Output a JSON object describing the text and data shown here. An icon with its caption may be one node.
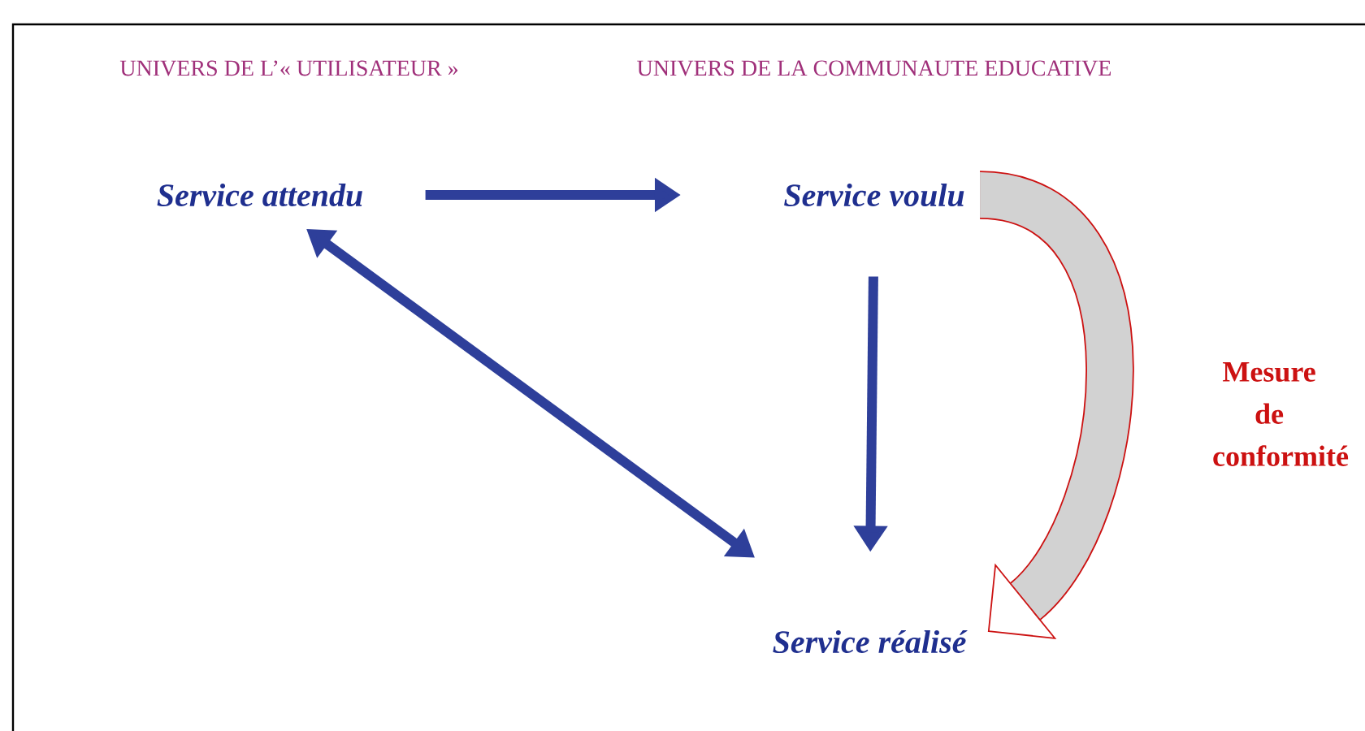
{
  "diagram": {
    "nodes": [
      {
        "text": [
          "Service attendu"
        ]
      },
      {
        "text": [
          "Service voulu"
        ]
      },
      {
        "text": [
          "Service réalisé"
        ]
      }
    ],
    "edges": [
      {
        "from": 0,
        "to": 1,
        "arrow": "to"
      },
      {
        "from": 1,
        "to": 2,
        "arrow": "to"
      },
      {
        "from": 0,
        "to": 2,
        "arrow": "both"
      },
      {
        "from": 1,
        "to": 2,
        "arrow": "to",
        "label": "Mesure de conformité",
        "style": "thick",
        "color": "#cc1111"
      }
    ],
    "labels": [
      "UNIVERS DE L’« UTILISATEUR »",
      "UNIVERS DE LA COMMUNAUTE EDUCATIVE"
    ]
  }
}
